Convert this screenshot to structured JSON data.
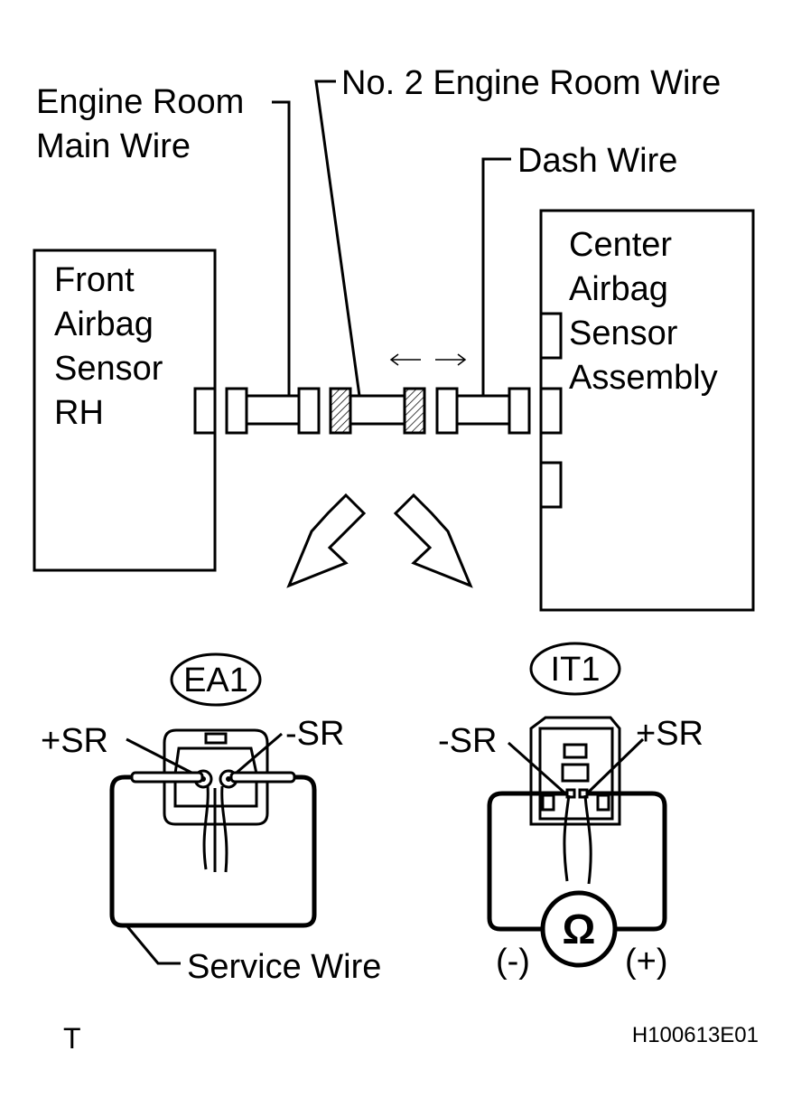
{
  "labels": {
    "engine_room_main_wire_1": "Engine Room",
    "engine_room_main_wire_2": "Main Wire",
    "no2_engine_room_wire": "No. 2 Engine Room Wire",
    "dash_wire": "Dash Wire",
    "front_sensor_1": "Front",
    "front_sensor_2": "Airbag",
    "front_sensor_3": "Sensor",
    "front_sensor_4": "RH",
    "center_sensor_1": "Center",
    "center_sensor_2": "Airbag",
    "center_sensor_3": "Sensor",
    "center_sensor_4": "Assembly",
    "connector_left": "EA1",
    "connector_right": "IT1",
    "left_plus_sr": "+SR",
    "left_minus_sr": "-SR",
    "right_minus_sr": "-SR",
    "right_plus_sr": "+SR",
    "service_wire": "Service Wire",
    "ohm_symbol": "Ω",
    "meter_negative": "(-)",
    "meter_positive": "(+)",
    "corner_letter": "T",
    "figure_code": "H100613E01"
  }
}
